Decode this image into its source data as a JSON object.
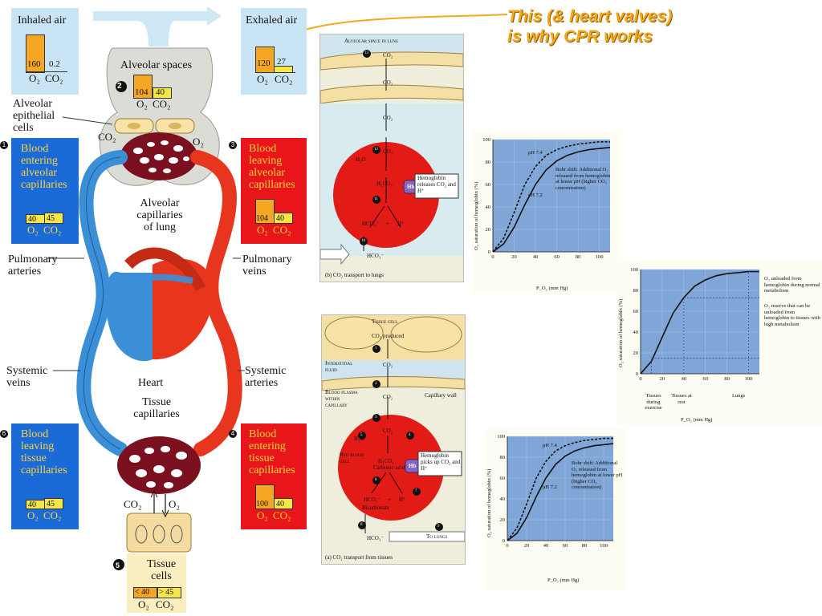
{
  "headline": {
    "line1": "This  (& heart valves)",
    "line2": "is why CPR works"
  },
  "left_diagram": {
    "inhaled": {
      "title": "Inhaled air",
      "o2": "160",
      "co2": "0.2",
      "o2_label": "O₂",
      "co2_label": "CO₂"
    },
    "exhaled": {
      "title": "Exhaled air",
      "o2": "120",
      "co2": "27",
      "o2_label": "O₂",
      "co2_label": "CO₂"
    },
    "alveolar_spaces": {
      "title": "Alveolar spaces",
      "num": "2",
      "o2": "104",
      "co2": "40",
      "o2_label": "O₂",
      "co2_label": "CO₂"
    },
    "alveolar_epithelial": "Alveolar epithelial cells",
    "co2_left": "CO₂",
    "o2_right": "O₂",
    "box1": {
      "num": "1",
      "text": "Blood entering alveolar capillaries",
      "o2": "40",
      "co2": "45",
      "o2_label": "O₂",
      "co2_label": "CO₂"
    },
    "box3": {
      "num": "3",
      "text": "Blood leaving alveolar capillaries",
      "o2": "104",
      "co2": "40",
      "o2_label": "O₂",
      "co2_label": "CO₂"
    },
    "box6": {
      "num": "6",
      "text": "Blood leaving tissue capillaries",
      "o2": "40",
      "co2": "45",
      "o2_label": "O₂",
      "co2_label": "CO₂"
    },
    "box4": {
      "num": "4",
      "text": "Blood entering tissue capillaries",
      "o2": "100",
      "co2": "40",
      "o2_label": "O₂",
      "co2_label": "CO₂"
    },
    "alveolar_capillaries": "Alveolar capillaries of lung",
    "pulmonary_arteries": "Pulmonary arteries",
    "pulmonary_veins": "Pulmonary veins",
    "systemic_veins": "Systemic veins",
    "systemic_arteries": "Systemic arteries",
    "heart": "Heart",
    "tissue_capillaries": "Tissue capillaries",
    "tissue_cells": {
      "num": "5",
      "title": "Tissue cells",
      "o2": "< 40",
      "co2": "> 45",
      "o2_label": "O₂",
      "co2_label": "CO₂"
    },
    "co2_bottom": "CO₂",
    "o2_bottom": "O₂",
    "o2_vessel": "O₂",
    "co2_vessel": "CO₂",
    "colors": {
      "oxygenated": "#e8361e",
      "deoxygenated": "#3b8fd6",
      "panel_blue": "#1a6ad8",
      "panel_red": "#e8161a",
      "light_blue": "#c9e5f5",
      "bar_orange": "#f5a623",
      "bar_yellow": "#f7e64a"
    }
  },
  "panel_b": {
    "header": "Alveolar space in lung",
    "caption": "(b) CO₂ transport to lungs",
    "co2": "CO₂",
    "h2o": "H₂O",
    "h2co3": "H₂CO₃",
    "hco3": "HCO₃⁻",
    "hplus": "H⁺",
    "plus": "+",
    "hb": "Hb",
    "hb_note": "Hemoglobin releases CO₂ and H⁺",
    "steps": [
      "13",
      "12",
      "11",
      "10"
    ]
  },
  "panel_a": {
    "header": "Tissue cell",
    "co2_produced": "CO₂ produced",
    "interstitial": "Interstitial fluid",
    "blood_plasma": "Blood plasma within capillary",
    "capillary_wall": "Capillary wall",
    "rbc": "Red blood cell",
    "co2": "CO₂",
    "h2o": "H₂O",
    "h2co3": "H₂CO₃",
    "carbonic": "Carbonic acid",
    "hco3": "HCO₃⁻",
    "bicarbonate": "Bicarbonate",
    "hplus": "H⁺",
    "plus": "+",
    "hb": "Hb",
    "hb_note": "Hemoglobin picks up CO₂ and H⁺",
    "to_lungs": "To lungs",
    "caption": "(a) CO₂ transport from tissues",
    "steps": [
      "1",
      "2",
      "3",
      "4",
      "5",
      "6",
      "7",
      "8",
      "9"
    ]
  },
  "graph_top": {
    "ylabel": "O₂ saturation of hemoglobin (%)",
    "xlabel": "P_O₂ (mm Hg)",
    "ph74": "pH 7.4",
    "ph72": "pH 7.2",
    "note": "Bohr shift: Additional O₂ released from hemoglobin at lower pH (higher CO₂ concentration)",
    "xticks": [
      "0",
      "20",
      "40",
      "60",
      "80",
      "100"
    ],
    "yticks": [
      "0",
      "20",
      "40",
      "60",
      "80",
      "100"
    ]
  },
  "graph_mid": {
    "ylabel": "O₂ saturation of hemoglobin (%)",
    "xlabel": "P_O₂ (mm Hg)",
    "note1": "O₂ unloaded from hemoglobin during normal metabolism",
    "note2": "O₂ reserve that can be unloaded from hemoglobin to tissues with high metabolism",
    "tissues_exercise": "Tissues during exercise",
    "tissues_rest": "Tissues at rest",
    "lungs": "Lungs",
    "xticks": [
      "0",
      "20",
      "40",
      "60",
      "80",
      "100"
    ],
    "yticks": [
      "0",
      "20",
      "40",
      "60",
      "80",
      "100"
    ]
  },
  "graph_bot": {
    "ylabel": "O₂ saturation of hemoglobin (%)",
    "xlabel": "P_O₂ (mm Hg)",
    "ph74": "pH 7.4",
    "ph72": "pH 7.2",
    "note": "Bohr shift: Additional O₂ released from hemoglobin at lower pH (higher CO₂ concentration)",
    "xticks": [
      "0",
      "20",
      "40",
      "60",
      "80",
      "100"
    ],
    "yticks": [
      "0",
      "20",
      "40",
      "60",
      "80",
      "100"
    ]
  },
  "chart_data": [
    {
      "type": "line",
      "xlabel": "P_O₂ (mm Hg)",
      "ylabel": "O₂ saturation of hemoglobin (%)",
      "xlim": [
        0,
        110
      ],
      "ylim": [
        0,
        100
      ],
      "series": [
        {
          "name": "pH 7.4",
          "x": [
            0,
            10,
            20,
            30,
            40,
            50,
            60,
            70,
            80,
            90,
            100,
            110
          ],
          "values": [
            0,
            12,
            35,
            60,
            76,
            86,
            91,
            94,
            96,
            97,
            98,
            98
          ]
        },
        {
          "name": "pH 7.2",
          "x": [
            0,
            10,
            20,
            30,
            40,
            50,
            60,
            70,
            80,
            90,
            100,
            110
          ],
          "values": [
            0,
            7,
            22,
            42,
            60,
            73,
            81,
            86,
            89,
            91,
            92,
            93
          ]
        }
      ]
    },
    {
      "type": "line",
      "xlabel": "P_O₂ (mm Hg)",
      "ylabel": "O₂ saturation of hemoglobin (%)",
      "xlim": [
        0,
        110
      ],
      "ylim": [
        0,
        100
      ],
      "series": [
        {
          "x": [
            0,
            10,
            20,
            30,
            40,
            50,
            60,
            70,
            80,
            90,
            100,
            110
          ],
          "values": [
            0,
            12,
            35,
            58,
            73,
            84,
            90,
            94,
            96,
            97,
            98,
            98
          ]
        }
      ]
    },
    {
      "type": "line",
      "xlabel": "P_O₂ (mm Hg)",
      "ylabel": "O₂ saturation of hemoglobin (%)",
      "xlim": [
        0,
        110
      ],
      "ylim": [
        0,
        100
      ],
      "series": [
        {
          "name": "pH 7.4",
          "x": [
            0,
            10,
            20,
            30,
            40,
            50,
            60,
            70,
            80,
            90,
            100,
            110
          ],
          "values": [
            0,
            12,
            35,
            60,
            76,
            86,
            91,
            94,
            96,
            97,
            98,
            98
          ]
        },
        {
          "name": "pH 7.2",
          "x": [
            0,
            10,
            20,
            30,
            40,
            50,
            60,
            70,
            80,
            90,
            100,
            110
          ],
          "values": [
            0,
            7,
            22,
            42,
            60,
            73,
            81,
            86,
            89,
            91,
            92,
            93
          ]
        }
      ]
    }
  ]
}
